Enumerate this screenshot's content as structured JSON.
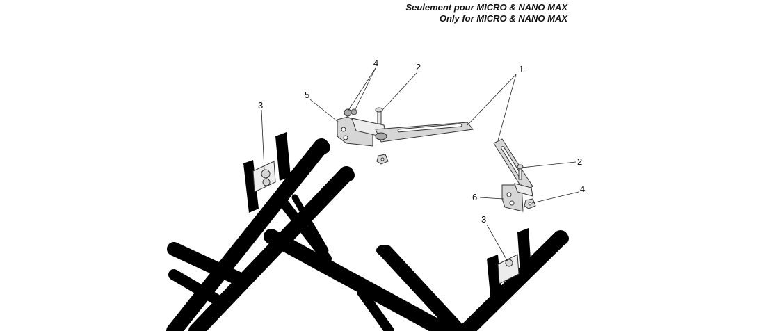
{
  "header": {
    "title_fr": "Seulement pour MICRO & NANO MAX",
    "title_en": "Only for MICRO & NANO MAX"
  },
  "callouts": {
    "c1": "1",
    "c2a": "2",
    "c2b": "2",
    "c3a": "3",
    "c3b": "3",
    "c4a": "4",
    "c4b": "4",
    "c5": "5",
    "c6": "6"
  }
}
